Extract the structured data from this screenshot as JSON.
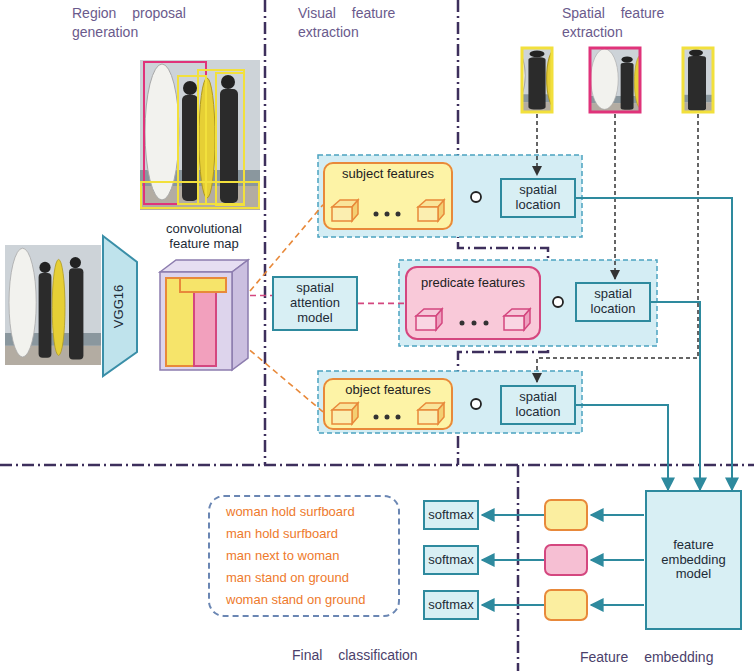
{
  "diagram": {
    "nodes": [
      {
        "text": [
          "VGG16"
        ]
      },
      {
        "text": [
          "convolutional feature map"
        ]
      },
      {
        "text": [
          "spatial attention model"
        ]
      },
      {
        "text": [
          "subject features"
        ]
      },
      {
        "text": [
          "spatial location"
        ]
      },
      {
        "text": [
          "predicate features"
        ]
      },
      {
        "text": [
          "spatial location"
        ]
      },
      {
        "text": [
          "object features"
        ]
      },
      {
        "text": [
          "spatial location"
        ]
      },
      {
        "text": [
          "feature embedding model"
        ]
      },
      {
        "text": [
          "softmax"
        ]
      },
      {
        "text": [
          "softmax"
        ]
      },
      {
        "text": [
          "softmax"
        ]
      },
      {
        "text": [
          "woman hold surfboard",
          "man hold surfboard",
          "man next to woman",
          "man stand on ground",
          "woman stand on ground"
        ]
      }
    ],
    "edges": [
      {
        "from": 1,
        "to": 3,
        "arrow": "none"
      },
      {
        "from": 1,
        "to": 7,
        "arrow": "none"
      },
      {
        "from": 1,
        "to": 2,
        "arrow": "none"
      },
      {
        "from": 2,
        "to": 5,
        "arrow": "none"
      },
      {
        "from": 4,
        "to": 9,
        "arrow": "to"
      },
      {
        "from": 6,
        "to": 9,
        "arrow": "to"
      },
      {
        "from": 8,
        "to": 9,
        "arrow": "to"
      }
    ],
    "labels": [
      "Region proposal generation",
      "Visual feature extraction",
      "Spatial feature extraction",
      "Final classification",
      "Feature embedding"
    ]
  }
}
